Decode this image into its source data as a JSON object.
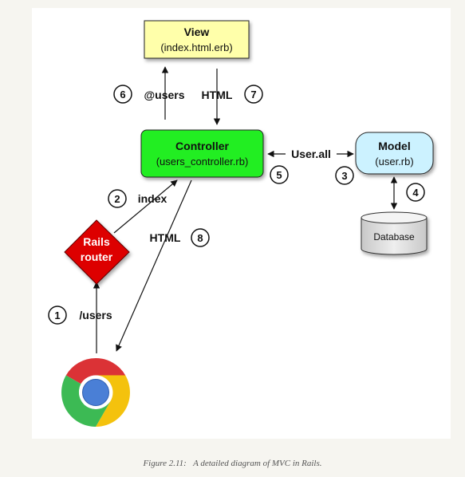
{
  "nodes": {
    "view": {
      "title": "View",
      "subtitle": "(index.html.erb)",
      "color": "#ffffaa"
    },
    "controller": {
      "title": "Controller",
      "subtitle": "(users_controller.rb)",
      "color": "#22ee22"
    },
    "model": {
      "title": "Model",
      "subtitle": "(user.rb)",
      "color": "#ccf2ff"
    },
    "database": {
      "label": "Database",
      "color": "#dddddd"
    },
    "router": {
      "line1": "Rails",
      "line2": "router",
      "color": "#dd0000"
    },
    "browser": {
      "icon": "chrome-browser-icon"
    }
  },
  "edges": {
    "users_request": {
      "step": "1",
      "label": "/users"
    },
    "index": {
      "step": "2",
      "label": "index"
    },
    "user_all": {
      "step": "3",
      "label": "User.all"
    },
    "db_query": {
      "step": "4"
    },
    "model_return": {
      "step": "5"
    },
    "users_var": {
      "step": "6",
      "label": "@users"
    },
    "view_html": {
      "step": "7",
      "label": "HTML"
    },
    "response_html": {
      "step": "8",
      "label": "HTML"
    }
  },
  "caption": {
    "figure": "Figure 2.11:",
    "text": "A detailed diagram of MVC in Rails."
  }
}
